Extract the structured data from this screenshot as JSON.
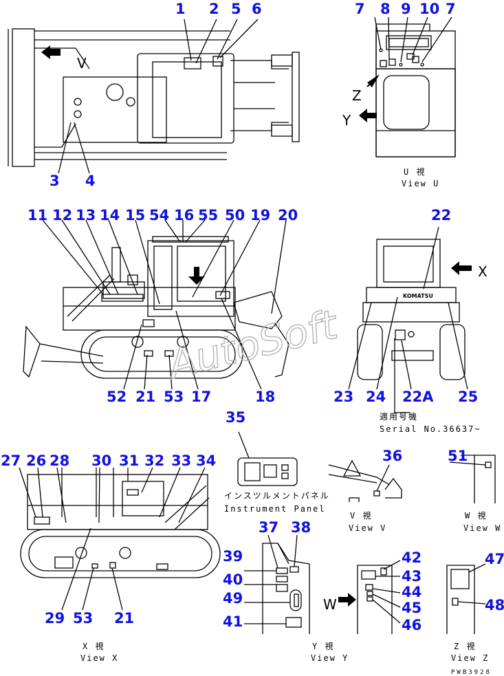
{
  "drawing_code": "PWB3928",
  "watermark": "AutoSoft",
  "views": {
    "u": {
      "caption_jp": "U 視",
      "caption_en": "View U"
    },
    "v": {
      "caption_jp": "V 視",
      "caption_en": "View V"
    },
    "w": {
      "caption_jp": "W 視",
      "caption_en": "View W"
    },
    "x": {
      "caption_jp": "X 視",
      "caption_en": "View X"
    },
    "y": {
      "caption_jp": "Y 視",
      "caption_en": "View Y"
    },
    "z": {
      "caption_jp": "Z 視",
      "caption_en": "View Z"
    }
  },
  "view_letters": {
    "u": "U",
    "v": "V",
    "w": "W",
    "x": "X",
    "y": "Y",
    "z": "Z"
  },
  "instrument_panel": {
    "jp": "インスツルメントパネル",
    "en": "Instrument Panel"
  },
  "serial": {
    "jp": "適用号機",
    "en": "Serial No.36637~"
  },
  "brand_plate": "KOMATSU",
  "callouts": {
    "top": [
      "1",
      "2",
      "5",
      "6",
      "3",
      "4"
    ],
    "u": [
      "7",
      "8",
      "9",
      "10",
      "7"
    ],
    "side": [
      "11",
      "12",
      "13",
      "14",
      "15",
      "54",
      "16",
      "55",
      "50",
      "19",
      "20",
      "52",
      "21",
      "53",
      "17",
      "18"
    ],
    "rear": [
      "22",
      "23",
      "24",
      "22A",
      "25"
    ],
    "x": [
      "27",
      "26",
      "28",
      "30",
      "31",
      "32",
      "33",
      "34",
      "29",
      "53",
      "21"
    ],
    "misc": [
      "35",
      "36",
      "51"
    ],
    "y": [
      "37",
      "38",
      "39",
      "40",
      "49",
      "41"
    ],
    "y2": [
      "42",
      "43",
      "44",
      "45",
      "46"
    ],
    "z": [
      "47",
      "48"
    ]
  }
}
